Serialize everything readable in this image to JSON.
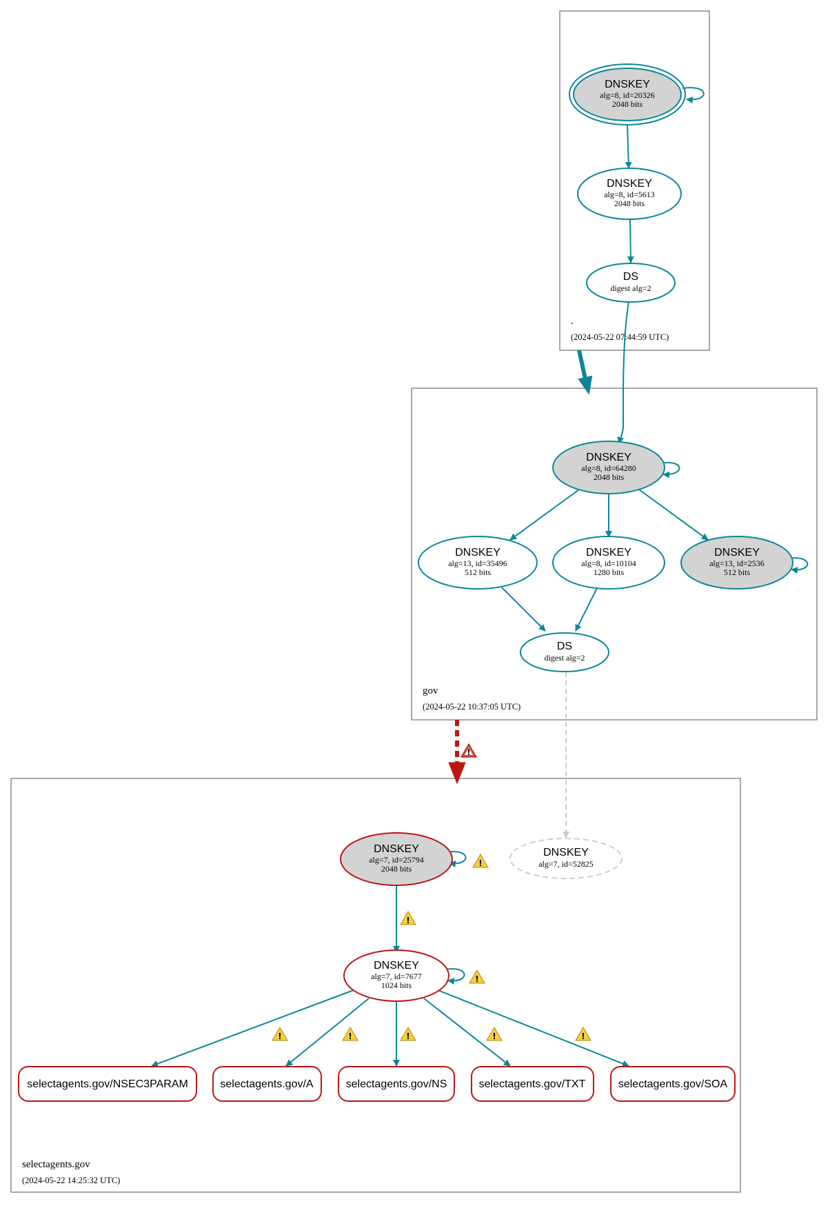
{
  "zones": {
    "root": {
      "name": ".",
      "timestamp": "(2024-05-22 07:44:59 UTC)"
    },
    "gov": {
      "name": "gov",
      "timestamp": "(2024-05-22 10:37:05 UTC)"
    },
    "selectagents": {
      "name": "selectagents.gov",
      "timestamp": "(2024-05-22 14:25:32 UTC)"
    }
  },
  "nodes": {
    "root_ksk": {
      "title": "DNSKEY",
      "line1": "alg=8, id=20326",
      "line2": "2048 bits"
    },
    "root_zsk": {
      "title": "DNSKEY",
      "line1": "alg=8, id=5613",
      "line2": "2048 bits"
    },
    "root_ds": {
      "title": "DS",
      "line1": "digest alg=2"
    },
    "gov_ksk": {
      "title": "DNSKEY",
      "line1": "alg=8, id=64280",
      "line2": "2048 bits"
    },
    "gov_k35496": {
      "title": "DNSKEY",
      "line1": "alg=13, id=35496",
      "line2": "512 bits"
    },
    "gov_k10104": {
      "title": "DNSKEY",
      "line1": "alg=8, id=10104",
      "line2": "1280 bits"
    },
    "gov_k2536": {
      "title": "DNSKEY",
      "line1": "alg=13, id=2536",
      "line2": "512 bits"
    },
    "gov_ds": {
      "title": "DS",
      "line1": "digest alg=2"
    },
    "sa_ksk": {
      "title": "DNSKEY",
      "line1": "alg=7, id=25794",
      "line2": "2048 bits"
    },
    "sa_missing": {
      "title": "DNSKEY",
      "line1": "alg=7, id=52825"
    },
    "sa_zsk": {
      "title": "DNSKEY",
      "line1": "alg=7, id=7677",
      "line2": "1024 bits"
    }
  },
  "rrsets": [
    "selectagents.gov/NSEC3PARAM",
    "selectagents.gov/A",
    "selectagents.gov/NS",
    "selectagents.gov/TXT",
    "selectagents.gov/SOA"
  ],
  "colors": {
    "secure": "#0a879a",
    "bogus": "#be1515",
    "missing": "#d0d0d0",
    "sep_fill": "#d3d3d3",
    "warning": "#f4d03f"
  }
}
